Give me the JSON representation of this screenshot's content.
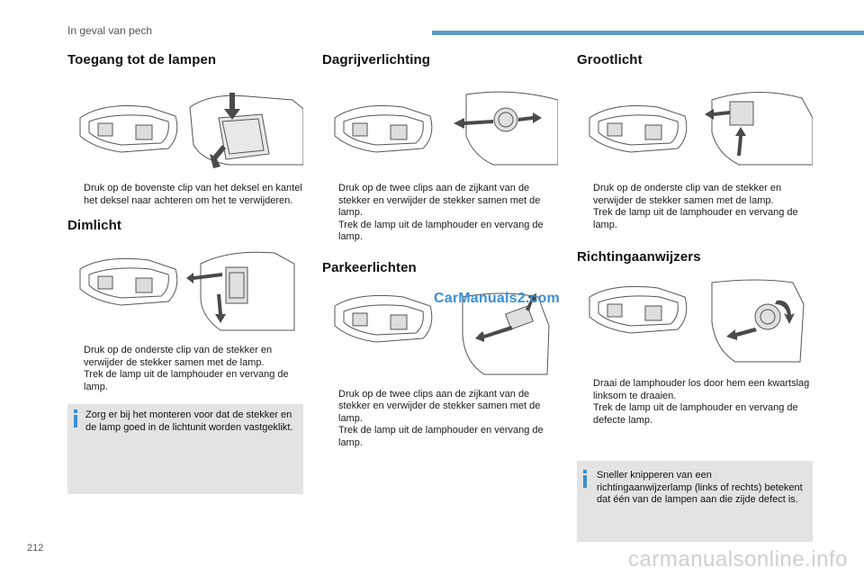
{
  "header": {
    "section": "In geval van pech",
    "accent_color": "#5b9bc6"
  },
  "page_number": "212",
  "columns": [
    {
      "sections": [
        {
          "title": "Toegang tot de lampen",
          "steps": [
            "Druk op de bovenste clip van het deksel en kantel het deksel naar achteren om het te verwijderen."
          ]
        },
        {
          "title": "Dimlicht",
          "steps": [
            "Druk op de onderste clip van de stekker en verwijder de stekker samen met de lamp.",
            "Trek de lamp uit de lamphouder en vervang de lamp."
          ]
        }
      ],
      "note": "Zorg er bij het monteren voor dat de stekker en de lamp goed in de lichtunit worden vastgeklikt."
    },
    {
      "sections": [
        {
          "title": "Dagrijverlichting",
          "steps": [
            "Druk op de twee clips aan de zijkant van de stekker en verwijder de stekker samen met de lamp.",
            "Trek de lamp uit de lamphouder en vervang de lamp."
          ]
        },
        {
          "title": "Parkeerlichten",
          "steps": [
            "Druk op de twee clips aan de zijkant van de stekker en verwijder de stekker samen met de lamp.",
            "Trek de lamp uit de lamphouder en vervang de lamp."
          ]
        }
      ]
    },
    {
      "sections": [
        {
          "title": "Grootlicht",
          "steps": [
            "Druk op de onderste clip van de stekker en verwijder de stekker samen met de lamp.",
            "Trek de lamp uit de lamphouder en vervang de lamp."
          ]
        },
        {
          "title": "Richtingaanwijzers",
          "steps": [
            "Draai de lamphouder los door hem een kwartslag linksom te draaien.",
            "Trek de lamp uit de lamphouder en vervang de defecte lamp."
          ]
        }
      ],
      "note": "Sneller knipperen van een richtingaanwijzerlamp (links of rechts) betekent dat één van de lampen aan die zijde defect is."
    }
  ],
  "bullet_glyph": "",
  "watermark": "CarManuals2.com",
  "footer_watermark": "carmanualsonline.info",
  "note_icon_color": "#3b8fd1"
}
